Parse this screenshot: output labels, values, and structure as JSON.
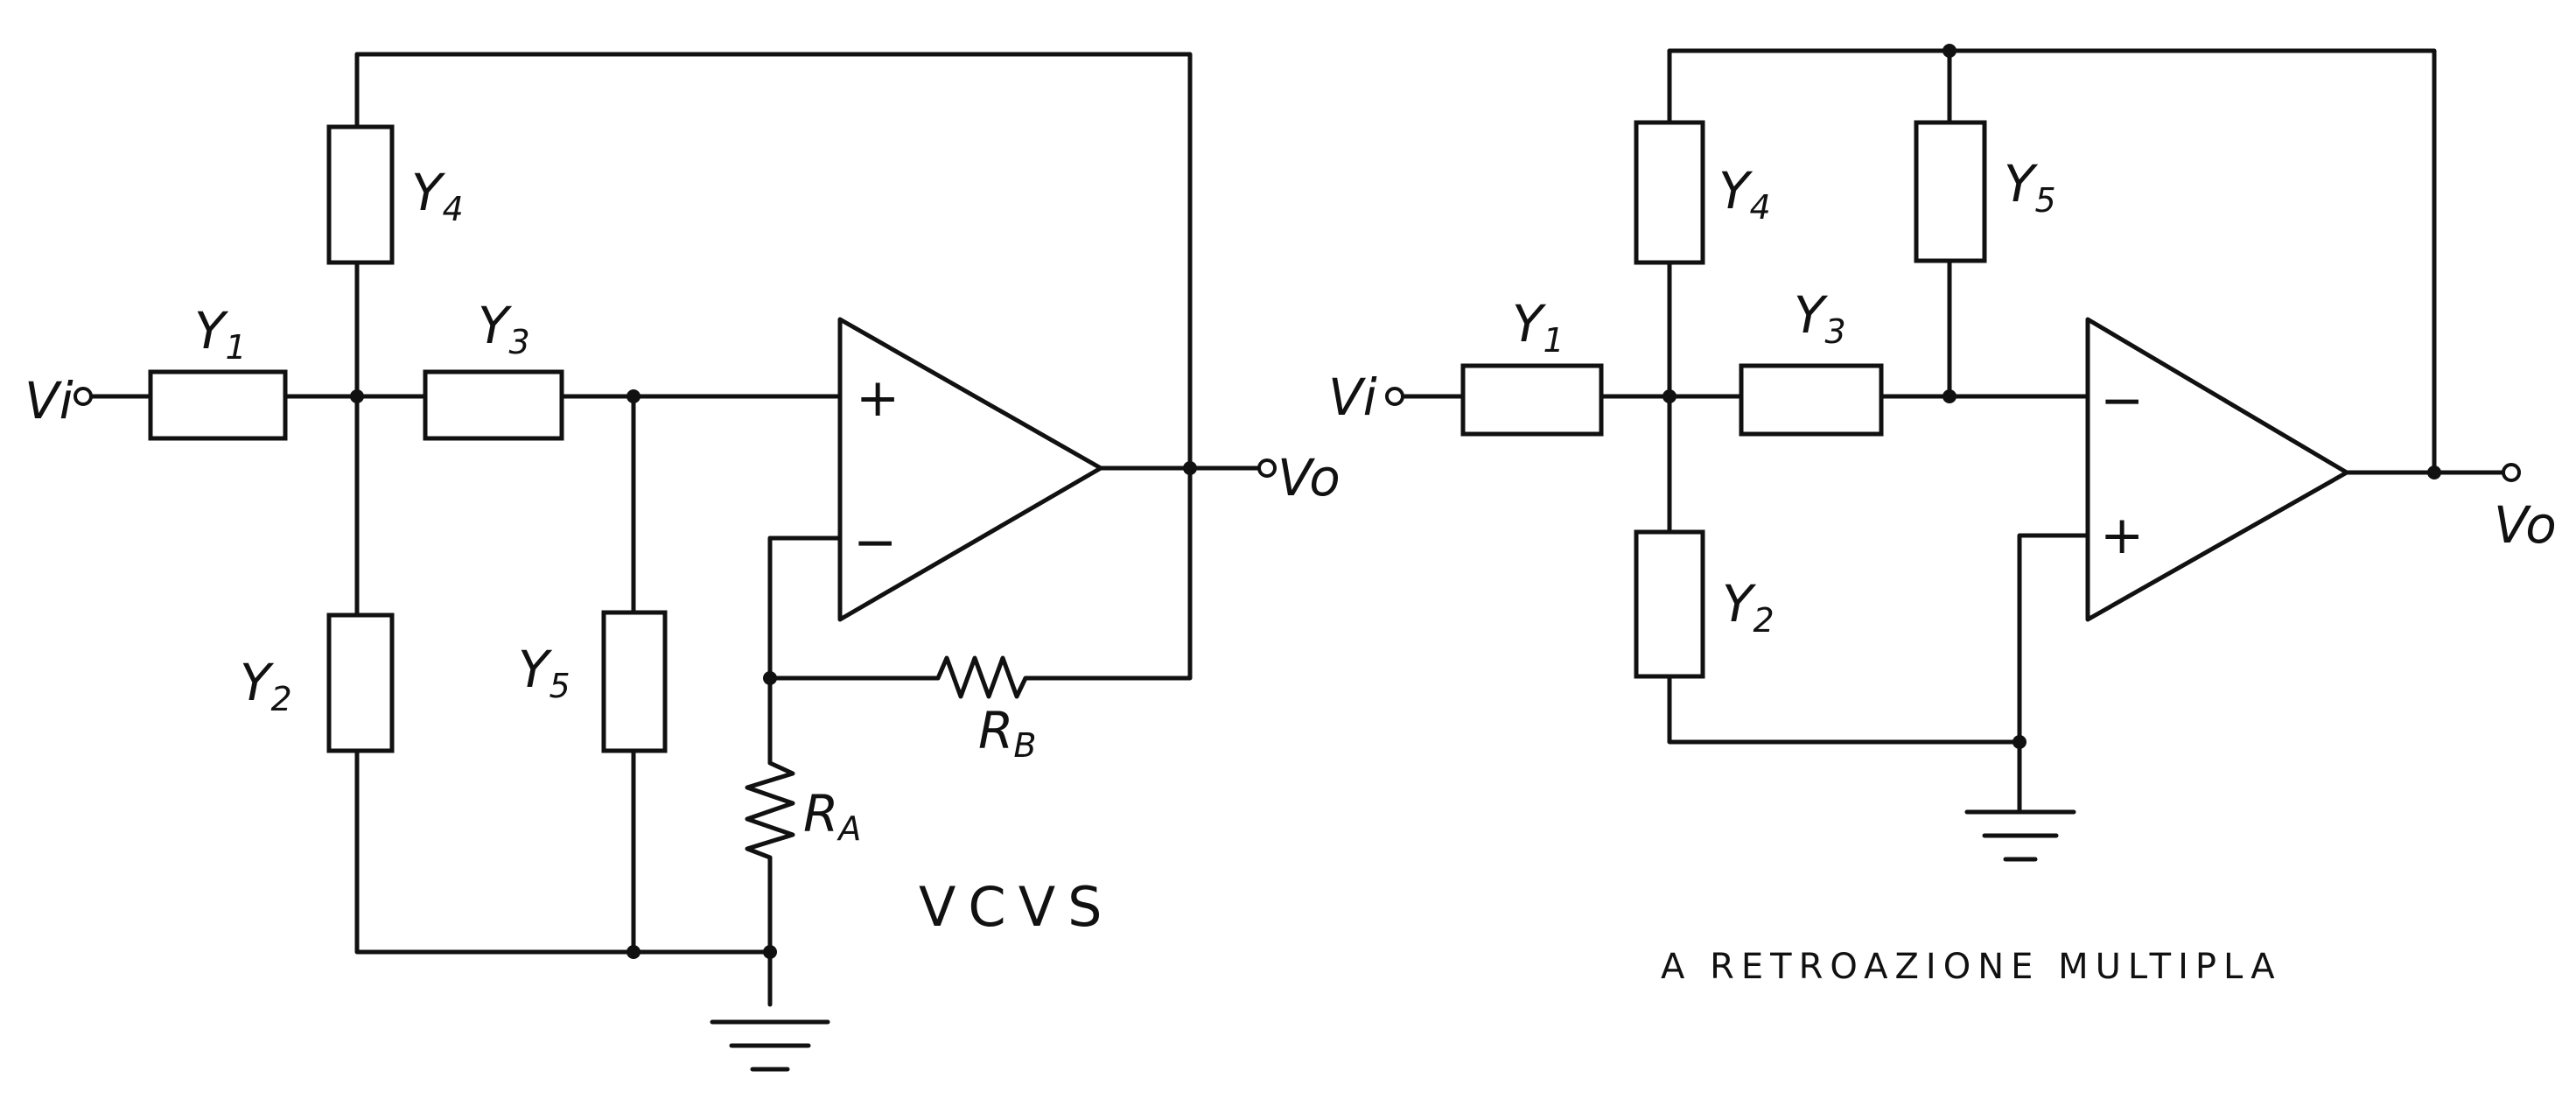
{
  "vcvs": {
    "caption": "VCVS",
    "input_label": "Vi",
    "output_label": "Vo",
    "components": {
      "y1": {
        "main": "Y",
        "sub": "1"
      },
      "y2": {
        "main": "Y",
        "sub": "2"
      },
      "y3": {
        "main": "Y",
        "sub": "3"
      },
      "y4": {
        "main": "Y",
        "sub": "4"
      },
      "y5": {
        "main": "Y",
        "sub": "5"
      },
      "ra": {
        "main": "R",
        "sub": "A"
      },
      "rb": {
        "main": "R",
        "sub": "B"
      }
    },
    "opamp": {
      "noninverting": "+",
      "inverting": "−"
    }
  },
  "mfb": {
    "caption": "A RETROAZIONE MULTIPLA",
    "input_label": "Vi",
    "output_label": "Vo",
    "components": {
      "y1": {
        "main": "Y",
        "sub": "1"
      },
      "y2": {
        "main": "Y",
        "sub": "2"
      },
      "y3": {
        "main": "Y",
        "sub": "3"
      },
      "y4": {
        "main": "Y",
        "sub": "4"
      },
      "y5": {
        "main": "Y",
        "sub": "5"
      }
    },
    "opamp": {
      "inverting": "−",
      "noninverting": "+"
    }
  }
}
